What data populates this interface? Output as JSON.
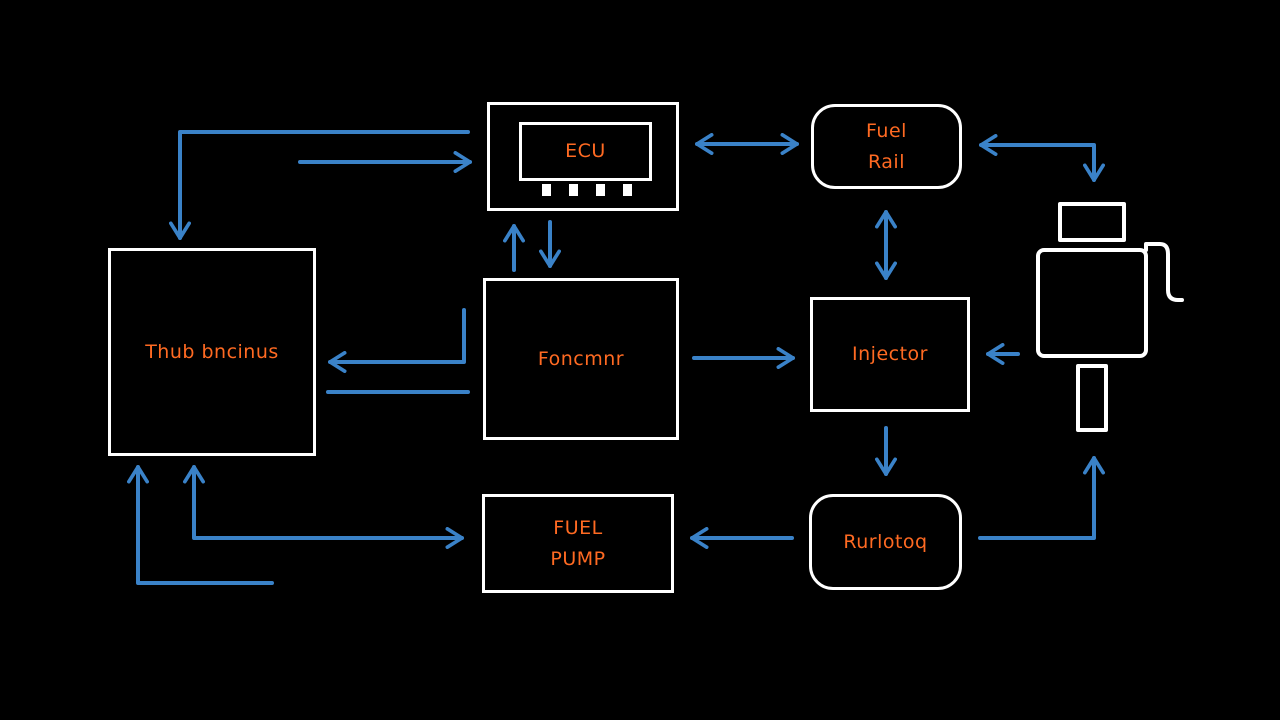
{
  "diagram": {
    "background": "#000000",
    "colors": {
      "box_border": "#ffffff",
      "label": "#ff6a22",
      "arrow": "#3a82c8"
    },
    "nodes": {
      "ecu": {
        "label": "ECU"
      },
      "throttle": {
        "label": "Thub bncinus"
      },
      "controller": {
        "label": "Foncmnr"
      },
      "fuel_rail": {
        "label": "Fuel\nRail"
      },
      "injector": {
        "label": "Injector"
      },
      "regulator": {
        "label": "Rurlotoq"
      },
      "fuel_pump": {
        "label": "FUEL\nPUMP"
      }
    },
    "icons": {
      "nozzle": "fuel-nozzle-icon"
    }
  }
}
